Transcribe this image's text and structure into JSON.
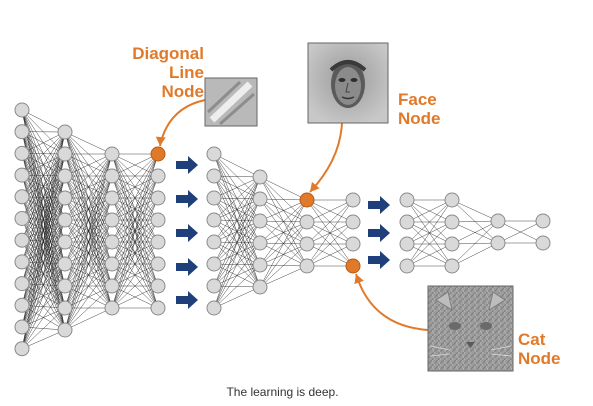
{
  "colors": {
    "accent": "#e07a2a",
    "node_fill": "#d9d9d9",
    "node_stroke": "#8a8a8a",
    "edge": "#222222",
    "arrow": "#1f3f7a"
  },
  "labels": {
    "diagonal": [
      "Diagonal",
      "Line",
      "Node"
    ],
    "face": [
      "Face",
      "Node"
    ],
    "cat": [
      "Cat",
      "Node"
    ]
  },
  "thumbnails": {
    "diagonal": "diagonal-line-feature-image",
    "face": "face-feature-image",
    "cat": "cat-feature-image"
  },
  "caption": "The learning is deep."
}
